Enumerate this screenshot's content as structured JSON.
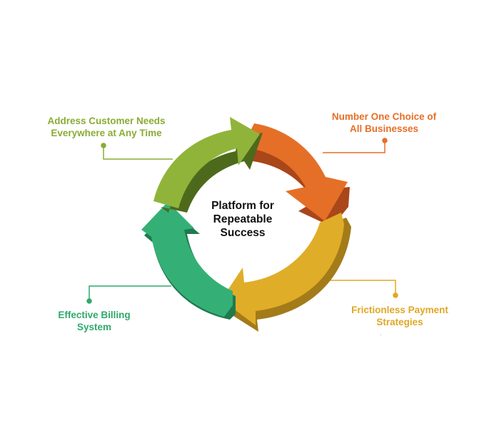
{
  "center": {
    "line1": "Platform for",
    "line2": "Repeatable",
    "line3": "Success"
  },
  "labels": {
    "address": {
      "line1": "Address Customer Needs",
      "line2": "Everywhere at Any Time",
      "color": "#8aab35"
    },
    "number_one": {
      "line1": "Number One Choice of",
      "line2": "All Businesses",
      "color": "#e56f27"
    },
    "frictionless": {
      "line1": "Frictionless Payment",
      "line2": "Strategies",
      "color": "#e0a726"
    },
    "billing": {
      "line1": "Effective Billing",
      "line2": "System",
      "color": "#2fa96d"
    }
  },
  "colors": {
    "green_light": "#90b43a",
    "orange": "#e56f27",
    "yellow": "#e0ad28",
    "teal": "#34b077"
  }
}
